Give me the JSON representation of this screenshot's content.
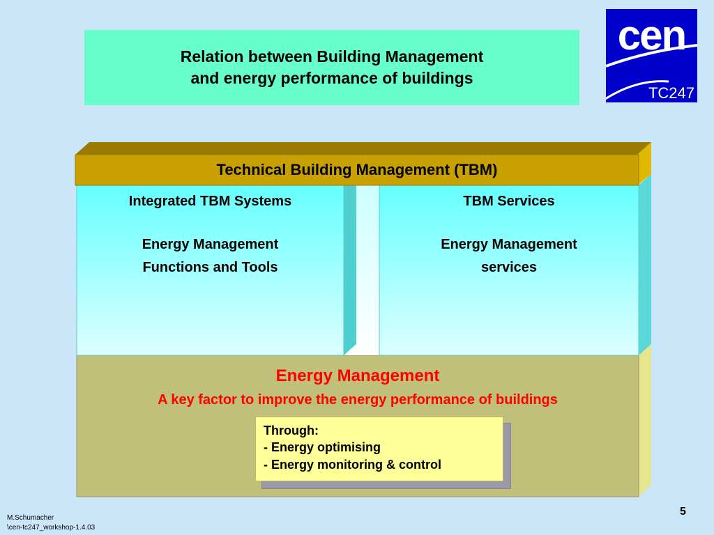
{
  "slide": {
    "title_line1": "Relation between Building Management",
    "title_line2": "and energy performance of buildings",
    "page_number": "5"
  },
  "logo": {
    "word": "cen",
    "sub": "TC247",
    "colors": {
      "background": "#0000cc",
      "foreground": "#ffffff"
    }
  },
  "tbm": {
    "header": "Technical Building Management (TBM)",
    "left": {
      "heading": "Integrated TBM Systems",
      "line1": "Energy Management",
      "line2": "Functions and Tools"
    },
    "right": {
      "heading": "TBM Services",
      "line1": "Energy Management",
      "line2": "services"
    }
  },
  "energy": {
    "title": "Energy Management",
    "subtitle": "A key factor to improve the energy performance of buildings",
    "through_heading": "Through:",
    "items": [
      "- Energy optimising",
      "- Energy monitoring & control"
    ]
  },
  "footer": {
    "author": "M.Schumacher",
    "file": "\\cen-tc247_workshop-1.4.03"
  },
  "colors": {
    "background": "#cce6f9",
    "title_box": "#66ffcc",
    "tbm_bar": "#c8a000",
    "column_gradient_top": "#66ffff",
    "base_box": "#c0c07a",
    "highlight_red": "#ff0000",
    "note_box": "#ffff99"
  }
}
